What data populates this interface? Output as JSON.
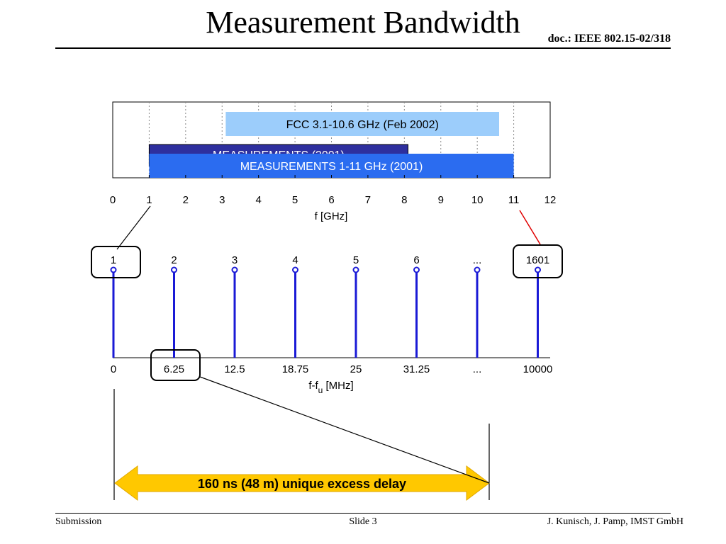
{
  "slide": {
    "title": "Measurement Bandwidth",
    "doc_ref": "doc.: IEEE 802.15-02/318",
    "footer_left": "Submission",
    "footer_center": "Slide 3",
    "footer_right": "J. Kunisch, J. Pamp, IMST GmbH"
  },
  "band_chart": {
    "x_min": 0,
    "x_max": 12,
    "x_ticks": [
      "0",
      "1",
      "2",
      "3",
      "4",
      "5",
      "6",
      "7",
      "8",
      "9",
      "10",
      "11",
      "12"
    ],
    "xlabel": "f [GHz]",
    "bands": [
      {
        "label": "FCC 3.1-10.6 GHz (Feb 2002)",
        "start": 3.1,
        "end": 10.6,
        "color": "#9ccdfb",
        "text_color": "#000000"
      },
      {
        "label": "MEASUREMENTS (2001)",
        "start": 1.0,
        "end": 8.1,
        "color": "#2e2f9e",
        "text_color": "#ffffff"
      },
      {
        "label": "MEASUREMENTS 1-11 GHz (2001)",
        "start": 1.0,
        "end": 11.0,
        "color": "#2b6cf0",
        "text_color": "#ffffff"
      }
    ]
  },
  "stem_chart": {
    "index_labels": [
      "1",
      "2",
      "3",
      "4",
      "5",
      "6",
      "...",
      "1601"
    ],
    "tick_labels": [
      "0",
      "6.25",
      "12.5",
      "18.75",
      "25",
      "31.25",
      "...",
      "10000"
    ],
    "xlabel_main": "f-f",
    "xlabel_sub": "u",
    "xlabel_unit": " [MHz]",
    "stem_color": "#1a1ad6"
  },
  "delay_arrow": {
    "label": "160 ns (48 m) unique excess delay",
    "color": "#ffc800"
  }
}
